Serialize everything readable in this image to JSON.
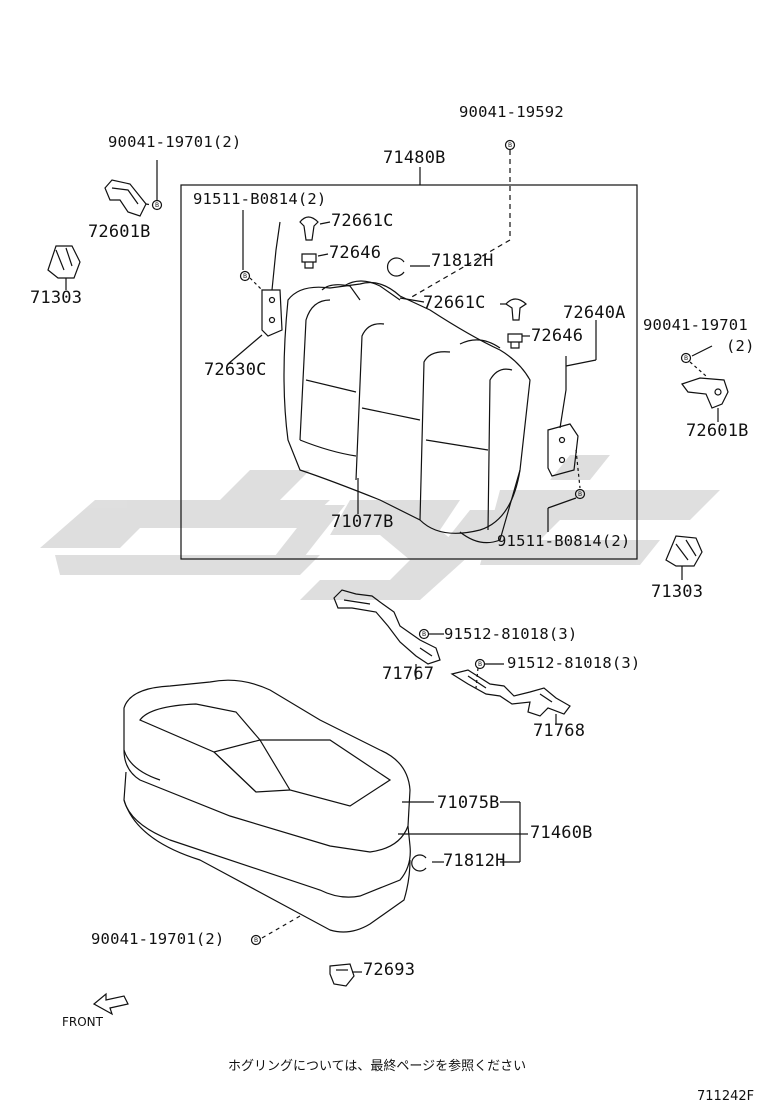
{
  "labels": {
    "bolt_90041_19592": "90041-19592",
    "bolt_90041_19701_a": "90041-19701(2)",
    "bracket_72601b_a": "72601B",
    "clip_71303_a": "71303",
    "assy_71480b": "71480B",
    "bolt_91511_b0814_a": "91511-B0814(2)",
    "clip_72661c_a": "72661C",
    "nut_72646_a": "72646",
    "ring_71812h_a": "71812H",
    "clip_72661c_b": "72661C",
    "lock_72640a": "72640A",
    "nut_72646_b": "72646",
    "bolt_90041_19701_b": "90041-19701",
    "bolt_90041_19701_b_qty": "(2)",
    "lock_72630c": "72630C",
    "bracket_72601b_b": "72601B",
    "pad_71077b": "71077B",
    "bolt_91511_b0814_b": "91511-B0814(2)",
    "clip_71303_b": "71303",
    "bolt_91512_81018_a": "91512-81018(3)",
    "bolt_91512_81018_b": "91512-81018(3)",
    "frame_71767": "71767",
    "frame_71768": "71768",
    "pad_71075b": "71075B",
    "assy_71460b": "71460B",
    "ring_71812h_b": "71812H",
    "bolt_90041_19701_c": "90041-19701(2)",
    "clip_72693": "72693",
    "front": "FRONT"
  },
  "footnote": "ホグリングについては、最終ページを参照ください",
  "figure_code": "711242F",
  "colors": {
    "line": "#111111",
    "watermark": "#d9d9d9"
  }
}
